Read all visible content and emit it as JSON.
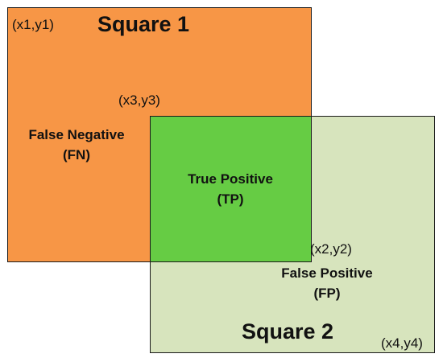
{
  "square1": {
    "title": "Square 1",
    "color": "#f79646",
    "top_left_label": "(x1,y1)",
    "inner_corner_label": "(x3,y3)",
    "region_line1": "False Negative",
    "region_line2": "(FN)"
  },
  "square2": {
    "title": "Square 2",
    "color": "#d7e4bd",
    "bottom_right_label": "(x4,y4)",
    "inner_corner_label": "(x2,y2)",
    "region_line1": "False Positive",
    "region_line2": "(FP)"
  },
  "overlap": {
    "color": "#66cc44",
    "region_line1": "True Positive",
    "region_line2": "(TP)"
  }
}
